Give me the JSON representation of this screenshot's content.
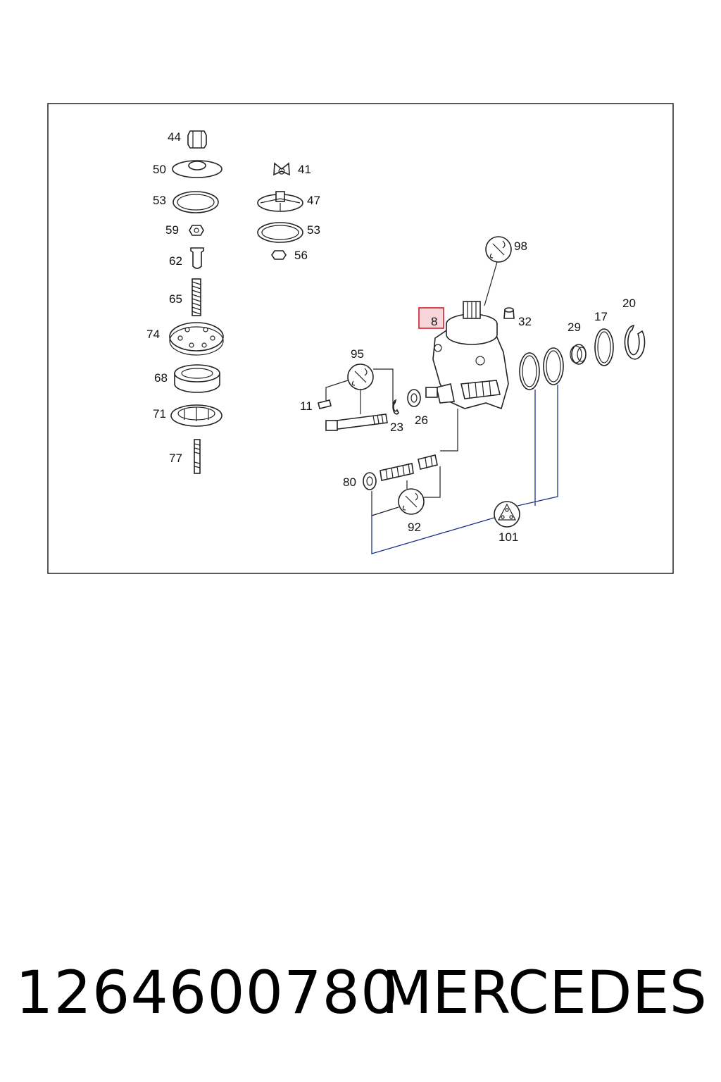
{
  "diagram": {
    "labels": {
      "l44": "44",
      "l50": "50",
      "l53a": "53",
      "l59": "59",
      "l62": "62",
      "l65": "65",
      "l74": "74",
      "l68": "68",
      "l71": "71",
      "l77": "77",
      "l41": "41",
      "l47": "47",
      "l53b": "53",
      "l56": "56",
      "l98": "98",
      "l8": "8",
      "l32": "32",
      "l29": "29",
      "l17": "17",
      "l20": "20",
      "l95": "95",
      "l11": "11",
      "l23": "23",
      "l26": "26",
      "l80": "80",
      "l92": "92",
      "l101": "101"
    },
    "highlighted_callout": "8",
    "colors": {
      "highlight_stroke": "#d0202a",
      "highlight_fill": "#f6d6d8",
      "leader_blue": "#1c2f8c"
    }
  },
  "footer": {
    "part_number": "1264600780",
    "brand": "MERCEDES"
  }
}
